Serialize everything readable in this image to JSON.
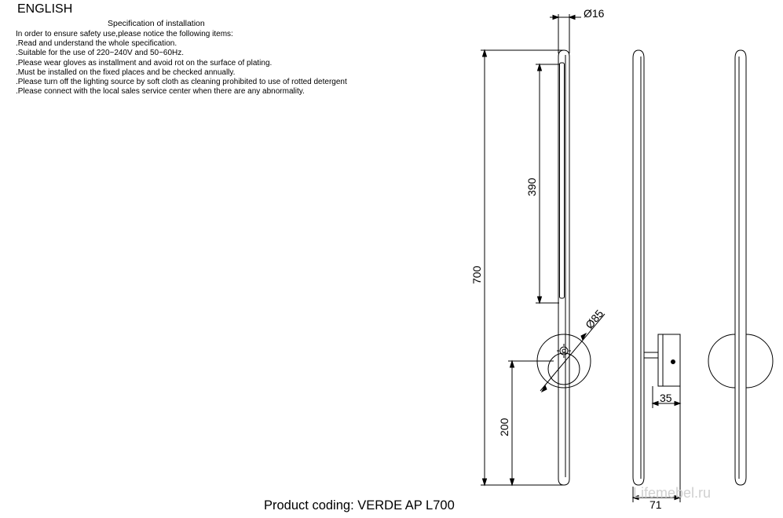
{
  "header": {
    "language": "ENGLISH",
    "spec_title": "Specification of installation",
    "lines": [
      "In order to ensure safety use,please notice the following items:",
      ".Read and understand the whole specification.",
      ".Suitable for the use of 220~240V and 50~60Hz.",
      ".Please wear gloves as installment and avoid rot on the surface of plating.",
      ".Must be installed on the fixed places and be checked annually.",
      ".Please turn off the lighting source by soft cloth as cleaning prohibited to use of rotted detergent",
      ".Please connect with the local sales service center when there are any abnormality."
    ]
  },
  "dimensions": {
    "tube_diameter": "Ø16",
    "total_height": "700",
    "light_length": "390",
    "mount_diameter": "Ø85",
    "mount_height": "200",
    "mount_depth": "35",
    "total_depth": "71"
  },
  "footer": {
    "product_coding": "Product coding: VERDE AP L700",
    "watermark": "Lifemebel.ru"
  }
}
